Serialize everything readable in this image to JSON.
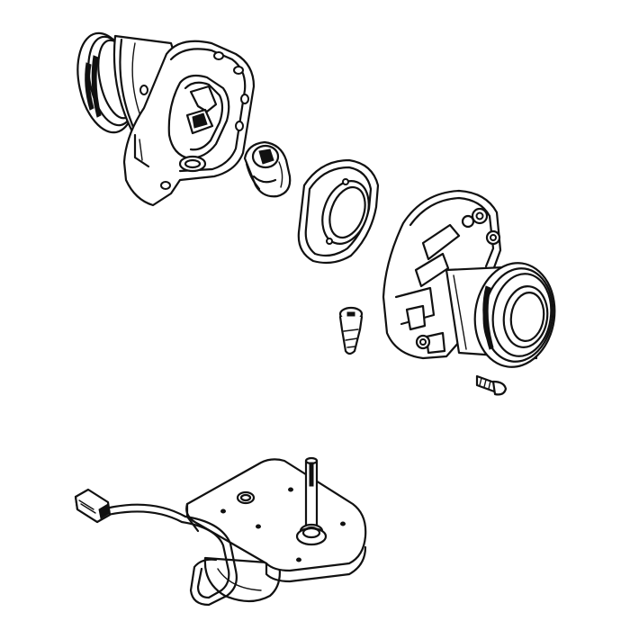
{
  "figure": {
    "type": "exploded-parts-diagram",
    "background": "#ffffff",
    "line_color": "#111111",
    "parts": [
      "upper-housing-assembly",
      "cam-coupler",
      "flange-gasket",
      "lower-housing-assembly",
      "mounting-screw-long",
      "mounting-screw-short",
      "motor-base-plate-with-cable"
    ]
  }
}
